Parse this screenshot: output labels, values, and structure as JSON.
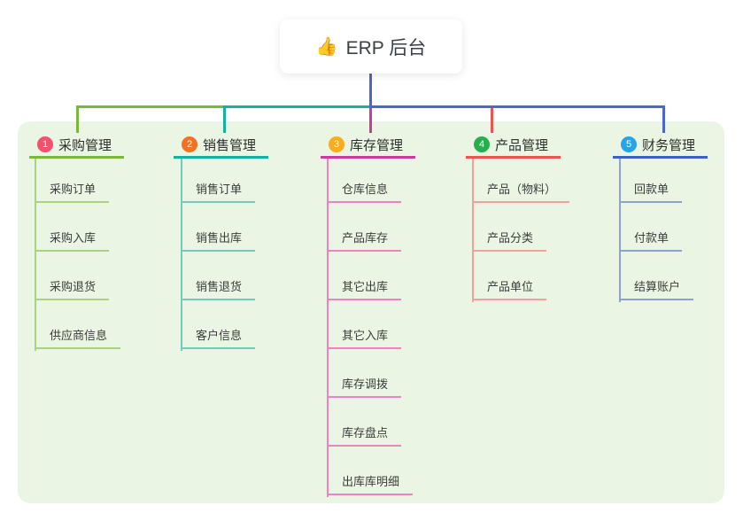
{
  "root": {
    "icon": "👍",
    "label": "ERP 后台"
  },
  "connector_color": "#4b66cc",
  "branches": [
    {
      "index": "1",
      "label": "采购管理",
      "badge_color": "#f4516c",
      "line_color": "#7ab83b",
      "child_line_color": "#a9d37f",
      "children": [
        "采购订单",
        "采购入库",
        "采购退货",
        "供应商信息"
      ]
    },
    {
      "index": "2",
      "label": "销售管理",
      "badge_color": "#f4711f",
      "line_color": "#12b2a0",
      "child_line_color": "#74cabe",
      "children": [
        "销售订单",
        "销售出库",
        "销售退货",
        "客户信息"
      ]
    },
    {
      "index": "3",
      "label": "库存管理",
      "badge_color": "#fbac17",
      "line_color": "#cc3a9e",
      "child_line_color": "#ee82c3",
      "children": [
        "仓库信息",
        "产品库存",
        "其它出库",
        "其它入库",
        "库存调拨",
        "库存盘点",
        "出库库明细"
      ]
    },
    {
      "index": "4",
      "label": "产品管理",
      "badge_color": "#27ae4f",
      "line_color": "#ef5350",
      "child_line_color": "#f5a09a",
      "children": [
        "产品（物料）",
        "产品分类",
        "产品单位"
      ]
    },
    {
      "index": "5",
      "label": "财务管理",
      "badge_color": "#27a3e8",
      "line_color": "#3e5fc7",
      "child_line_color": "#8ca1d8",
      "children": [
        "回款单",
        "付款单",
        "结算账户"
      ]
    }
  ]
}
